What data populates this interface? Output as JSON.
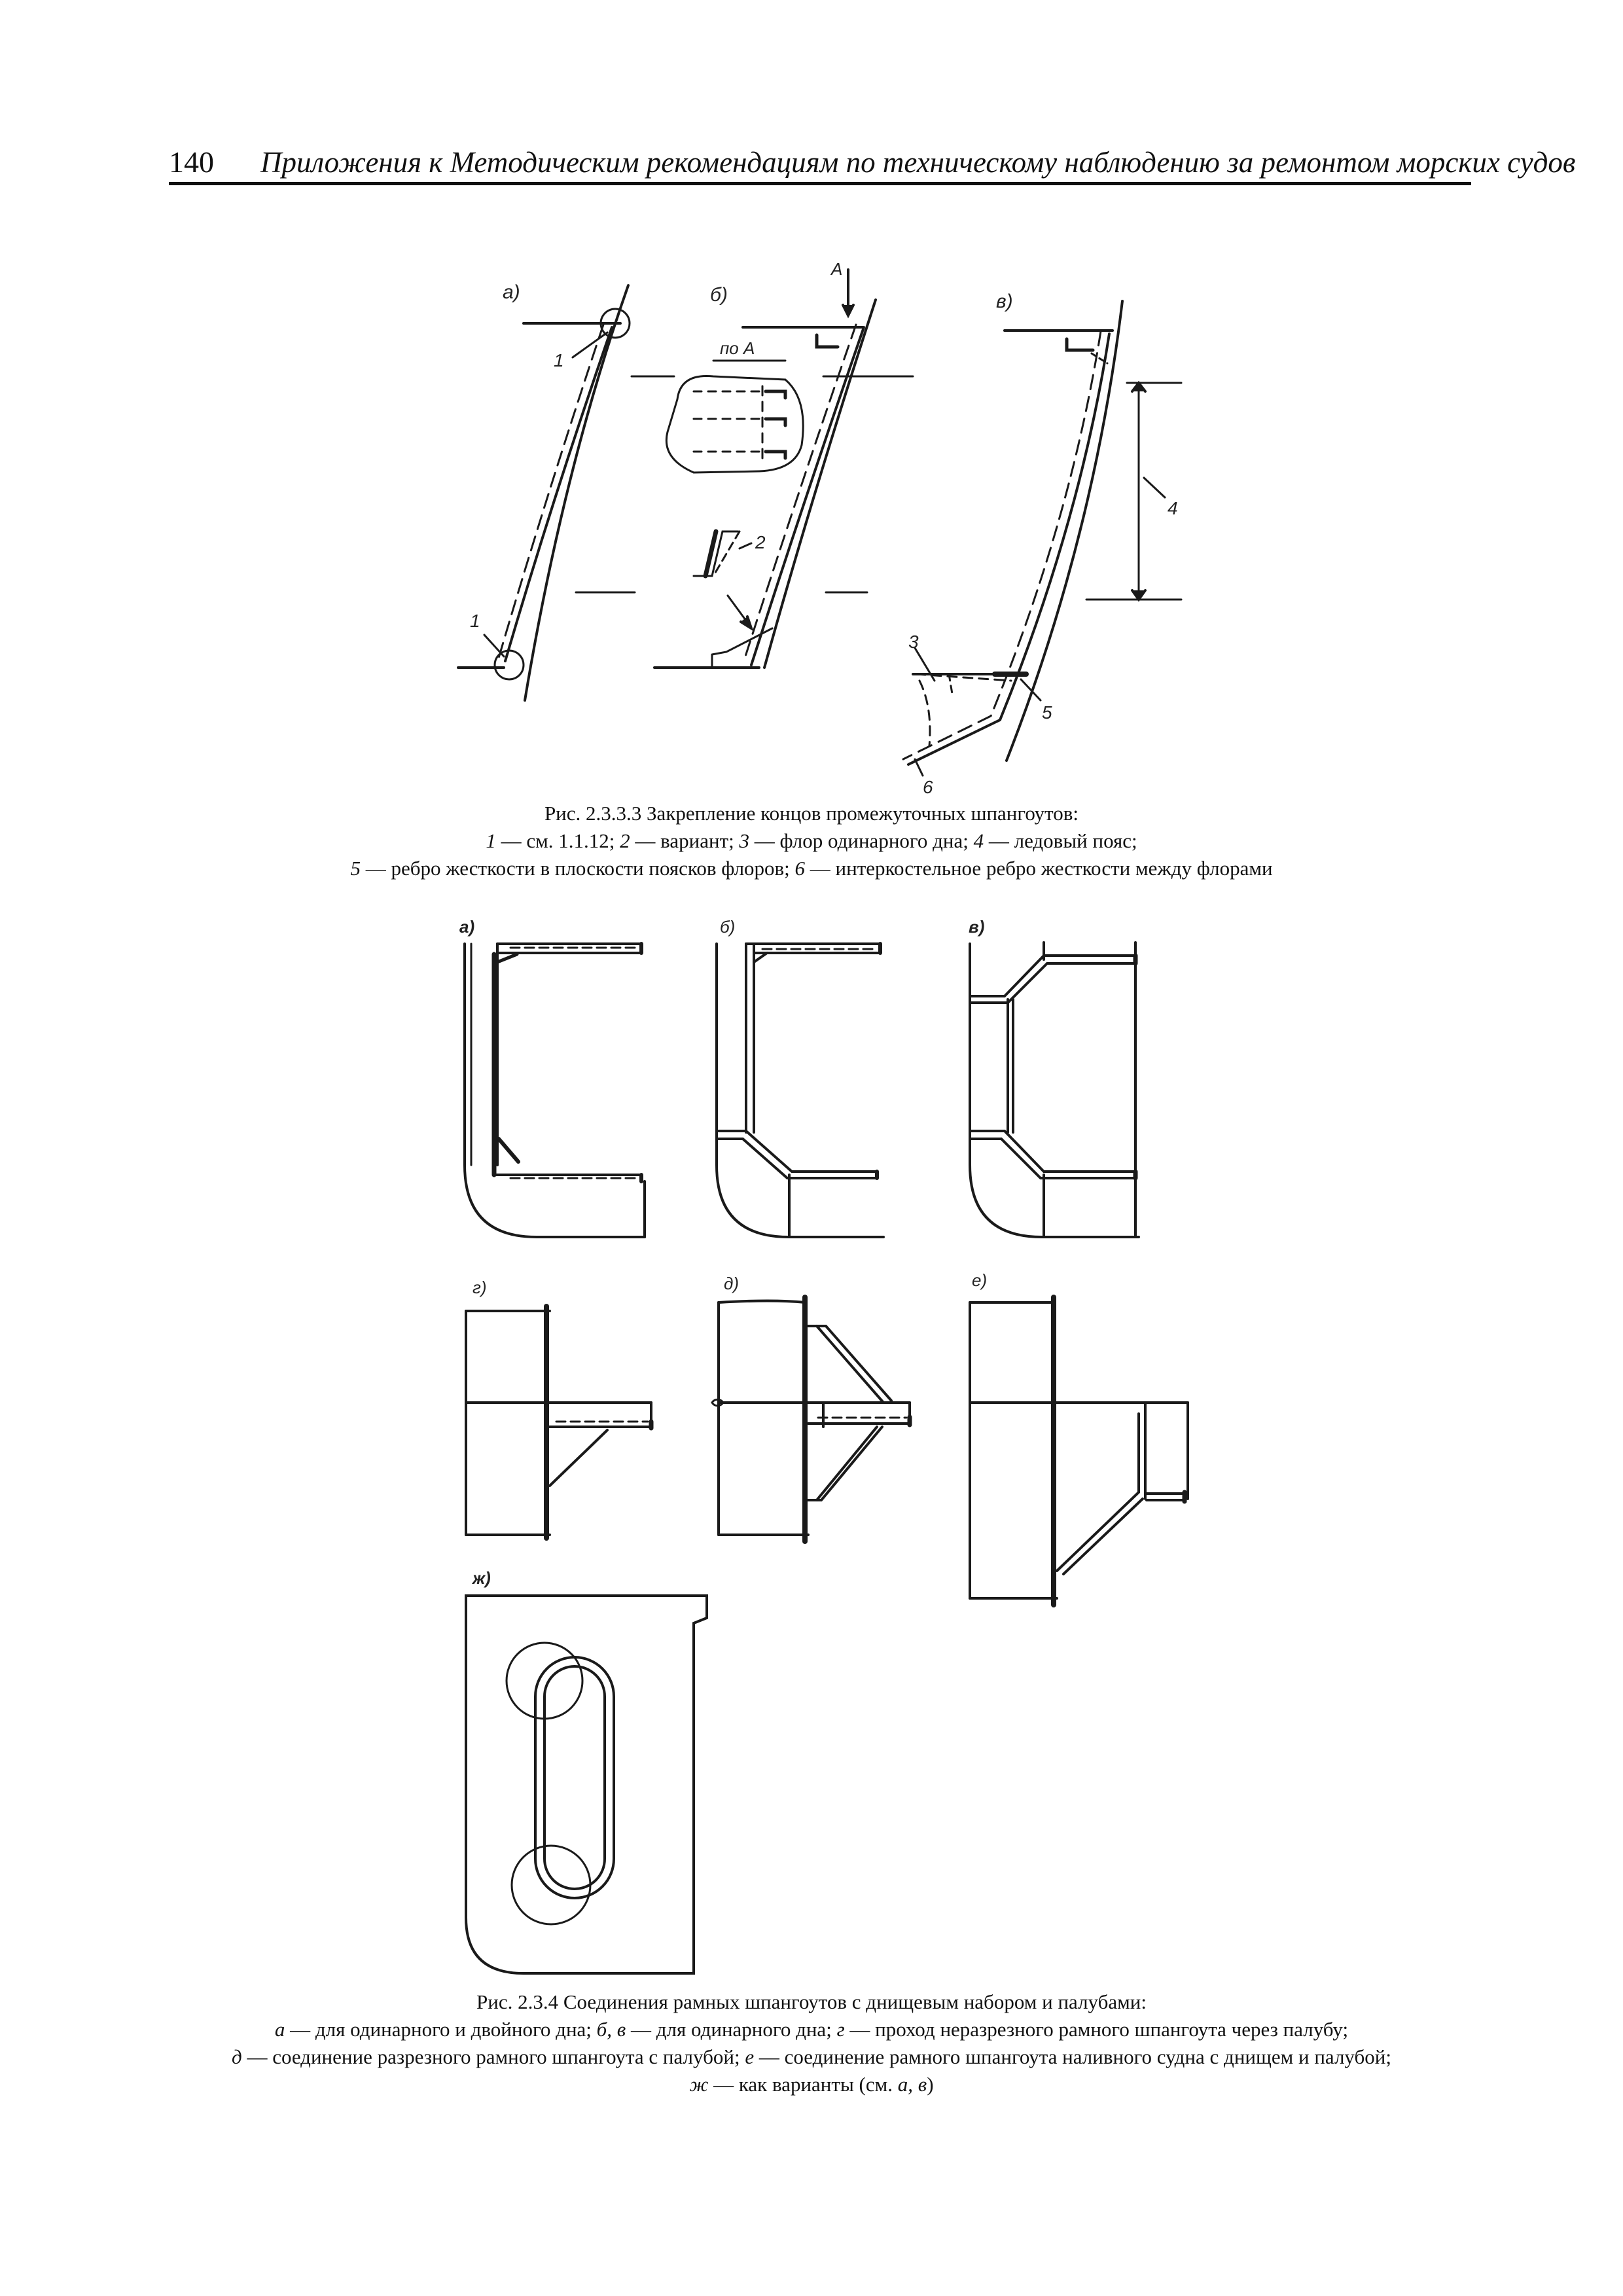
{
  "header": {
    "page_number": "140",
    "running_title": "Приложения к Методическим рекомендациям по техническому наблюдению за ремонтом морских судов"
  },
  "figure1": {
    "panel_labels": [
      "а)",
      "б)",
      "в)"
    ],
    "callouts": [
      "1",
      "1",
      "2",
      "3",
      "4",
      "5",
      "6"
    ],
    "view_arrow_label": "А",
    "section_label": "по А",
    "caption": {
      "title": "Рис. 2.3.3.3 Закрепление концов промежуточных шпангоутов:",
      "items": [
        {
          "n": "1",
          "text": " — см. 1.1.12; "
        },
        {
          "n": "2",
          "text": " — вариант; "
        },
        {
          "n": "3",
          "text": " — флор одинарного дна; "
        },
        {
          "n": "4",
          "text": " — ледовый пояс;"
        },
        {
          "n": "5",
          "text": " — ребро жесткости в плоскости поясков флоров; "
        },
        {
          "n": "6",
          "text": " — интеркостельное ребро жесткости между флорами"
        }
      ]
    }
  },
  "figure2": {
    "panel_labels": [
      "а)",
      "б)",
      "в)",
      "г)",
      "д)",
      "е)",
      "ж)"
    ],
    "caption": {
      "title": "Рис. 2.3.4 Соединения рамных шпангоутов с днищевым набором и палубами:",
      "items": [
        {
          "n": "а",
          "text": " — для одинарного и двойного дна; "
        },
        {
          "n": "б, в",
          "text": " — для одинарного дна; "
        },
        {
          "n": "г",
          "text": " — проход неразрезного рамного шпангоута через палубу;"
        },
        {
          "n": "д",
          "text": " — соединение разрезного рамного шпангоута с палубой; "
        },
        {
          "n": "е",
          "text": " — соединение рамного шпангоута наливного судна с днищем и палубой;"
        },
        {
          "n": "ж",
          "text": " — как варианты (см. "
        },
        {
          "n": "а, в",
          "text": ")"
        }
      ]
    }
  }
}
